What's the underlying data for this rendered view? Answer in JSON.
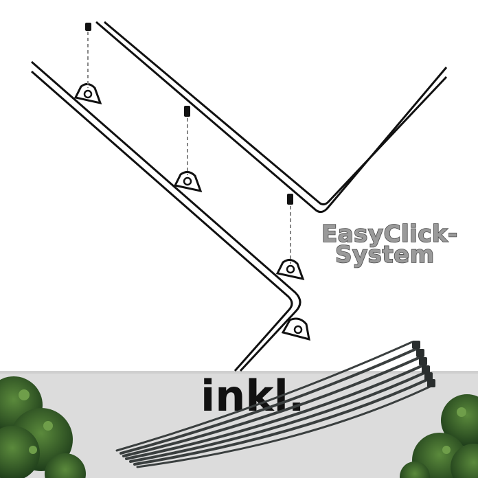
{
  "caption": {
    "line1": "EasyClick-",
    "line2": "System"
  },
  "included_label": "inkl.",
  "colors": {
    "background": "#ffffff",
    "floor": "#dcdcdc",
    "outline": "#111111",
    "dashed_guide": "#888888",
    "caption_fill": "#9a9a9a",
    "caption_stroke": "#4a4a4a",
    "cable_tie": "#3a3f3f",
    "foliage": "#2f5a2a"
  },
  "icons": [
    "mounting-pin-icon",
    "mounting-tab-icon",
    "cable-tie-icon",
    "boxwood-plant-icon"
  ]
}
